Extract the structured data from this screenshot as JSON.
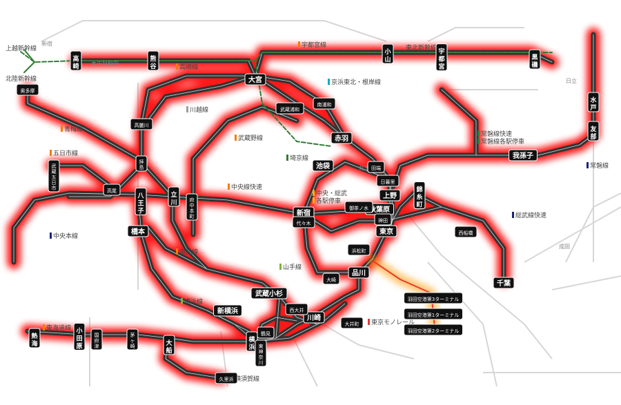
{
  "colors": {
    "glow": "#ff0000",
    "track": "#333333",
    "track_center": "#ffffff",
    "shinkansen": "#2e7d32",
    "monorail": "#ff9800",
    "monorail_line": "#e53935",
    "other_lines": "#c8c8c8"
  },
  "shinkansen_labels": [
    "上越新幹線",
    "北陸新幹線",
    "東北新幹線"
  ],
  "line_labels": [
    {
      "text": "宇都宮線",
      "color": "#f57c00"
    },
    {
      "text": "高崎線",
      "color": "#f57c00"
    },
    {
      "text": "京浜東北・根岸線",
      "color": "#00acc1"
    },
    {
      "text": "川越線",
      "color": "#9e9e9e"
    },
    {
      "text": "青梅線",
      "color": "#f57c00"
    },
    {
      "text": "武蔵野線",
      "color": "#f57c00"
    },
    {
      "text": "常磐線快速",
      "color": "#2e7d32"
    },
    {
      "text": "常磐線各駅停車",
      "color": "#2e7d32"
    },
    {
      "text": "五日市線",
      "color": "#f57c00"
    },
    {
      "text": "埼京線",
      "color": "#2e7d32"
    },
    {
      "text": "常磐線",
      "color": "#1a237e"
    },
    {
      "text": "中央線快速",
      "color": "#f57c00"
    },
    {
      "text": "中央・総武",
      "color": "#ffb300"
    },
    {
      "text": "各駅停車",
      "color": "#ffb300"
    },
    {
      "text": "中央本線",
      "color": "#1a237e"
    },
    {
      "text": "総武線快速",
      "color": "#1a237e"
    },
    {
      "text": "南武線",
      "color": "#f57c00"
    },
    {
      "text": "山手線",
      "color": "#7cb342"
    },
    {
      "text": "横浜線",
      "color": "#7cb342"
    },
    {
      "text": "東京モノレール",
      "color": "#e53935"
    },
    {
      "text": "東海道線",
      "color": "#f57c00"
    },
    {
      "text": "横須賀線",
      "color": "#1a237e"
    }
  ],
  "major_stations": [
    "高崎",
    "熊谷",
    "小山",
    "宇都宮",
    "黒磯",
    "大宮",
    "水戸",
    "友部",
    "赤羽",
    "我孫子",
    "池袋",
    "上野",
    "錦糸町",
    "秋葉原",
    "新宿",
    "東京",
    "八王子",
    "立川",
    "橋本",
    "品川",
    "千葉",
    "武蔵小杉",
    "新横浜",
    "川崎",
    "熱海",
    "小田原",
    "大船",
    "横浜"
  ],
  "minor_stations": [
    "高麗川",
    "拝島",
    "武蔵五日市",
    "奥多摩",
    "高尾",
    "日暮里",
    "田端",
    "南浦和",
    "武蔵浦和",
    "府中本町",
    "浜松町",
    "大井町",
    "西大井",
    "鶴見",
    "東神奈川",
    "茅ヶ崎",
    "国府津",
    "久里浜",
    "西船橋",
    "大崎",
    "代々木",
    "御茶ノ水",
    "神田"
  ],
  "monorail_stations": [
    "羽田空港第3ターミナル",
    "羽田空港第1ターミナル",
    "羽田空港第2ターミナル"
  ],
  "gray_labels": [
    "本庄早稲田",
    "新宿",
    "北千住",
    "日立",
    "成田"
  ]
}
